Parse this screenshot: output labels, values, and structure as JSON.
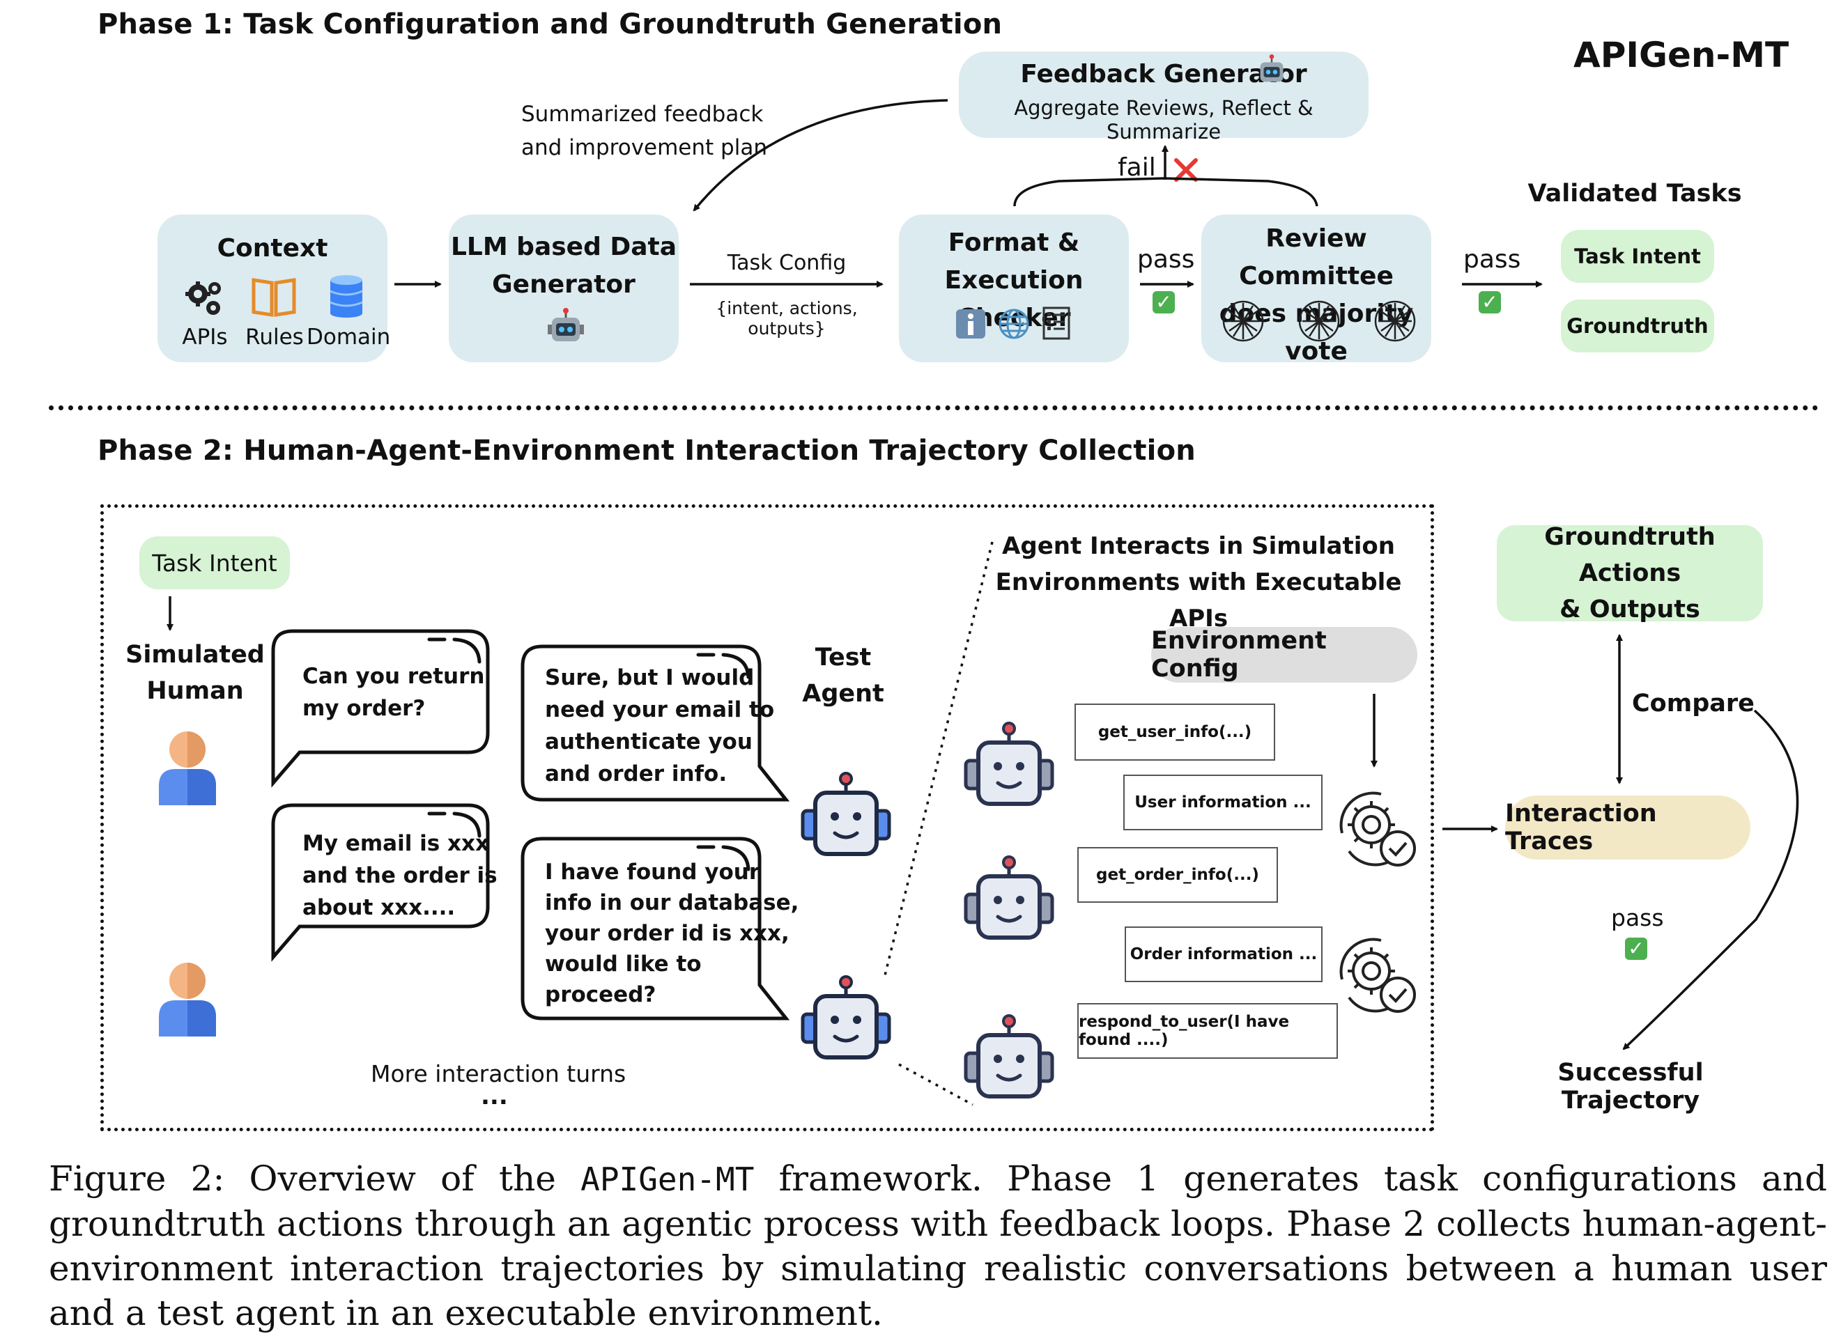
{
  "phase1": {
    "title": "Phase 1: Task Configuration and Groundtruth Generation",
    "brand": "APIGen-MT",
    "context": {
      "title": "Context",
      "items": [
        "APIs",
        "Rules",
        "Domain"
      ]
    },
    "generator": {
      "title_line1": "LLM based Data",
      "title_line2": "Generator"
    },
    "task_config": {
      "label": "Task Config",
      "sub": "{intent, actions, outputs}"
    },
    "checker": {
      "title_line1": "Format &",
      "title_line2": "Execution Checker"
    },
    "committee": {
      "title_line1": "Review Committee",
      "title_line2": "does majority vote"
    },
    "pass_label": "pass",
    "pass_label_2": "pass",
    "fail_label": "fail",
    "feedback": {
      "title": "Feedback Generator",
      "sub": "Aggregate Reviews, Reflect & Summarize"
    },
    "summary": {
      "line1": "Summarized feedback",
      "line2": "and improvement plan"
    },
    "validated": {
      "title": "Validated Tasks",
      "items": [
        "Task Intent",
        "Groundtruth"
      ]
    }
  },
  "phase2": {
    "title": "Phase 2: Human-Agent-Environment Interaction Trajectory Collection",
    "task_intent": "Task Intent",
    "simulated_human": {
      "line1": "Simulated",
      "line2": "Human"
    },
    "test_agent": {
      "line1": "Test",
      "line2": "Agent"
    },
    "bubbles": {
      "h1": [
        "Can you return",
        "my order?"
      ],
      "h2": [
        "My email is xxx",
        "and the order is",
        "about xxx...."
      ],
      "a1": [
        "Sure, but I would",
        "need your email to",
        "authenticate you",
        "and order info."
      ],
      "a2": [
        "I have found your",
        "info in our database,",
        "your order id is xxx,",
        "would like to",
        "proceed?"
      ]
    },
    "more_turns": "More interaction turns",
    "ellipsis": "...",
    "env_heading": {
      "line1": "Agent Interacts in Simulation",
      "line2": "Environments with Executable APIs"
    },
    "env_config": "Environment Config",
    "api_calls": [
      "get_user_info(...)",
      "User information ...",
      "get_order_info(...)",
      "Order information ...",
      "respond_to_user(I have found ....)"
    ],
    "groundtruth": {
      "line1": "Groundtruth Actions",
      "line2": "& Outputs"
    },
    "compare": "Compare",
    "traces": "Interaction Traces",
    "pass_label": "pass",
    "success": "Successful Trajectory"
  },
  "caption": {
    "prefix": "Figure 2: ",
    "text1": "Overview of the ",
    "mono": "APIGen-MT",
    "text2": " framework. Phase 1 generates task configurations and groundtruth actions through an agentic process with feedback loops. Phase 2 collects human-agent-environment interaction trajectories by simulating realistic conversations between a human user and a test agent in an executable environment."
  },
  "colors": {
    "box_blue": "#dcebf0",
    "green": "#d6f3d4",
    "traces": "#f3e8c6",
    "env_config": "#dedede",
    "fail_x": "#e53935",
    "check": "#4caf50"
  },
  "icons": [
    "gear-cluster-icon",
    "book-icon",
    "database-icon",
    "robot-emoji-icon",
    "info-icon",
    "globe-icon",
    "checklist-icon",
    "neural-net-icon",
    "person-icon",
    "robot-icon",
    "gear-check-icon",
    "check-mark-icon",
    "cross-icon"
  ]
}
